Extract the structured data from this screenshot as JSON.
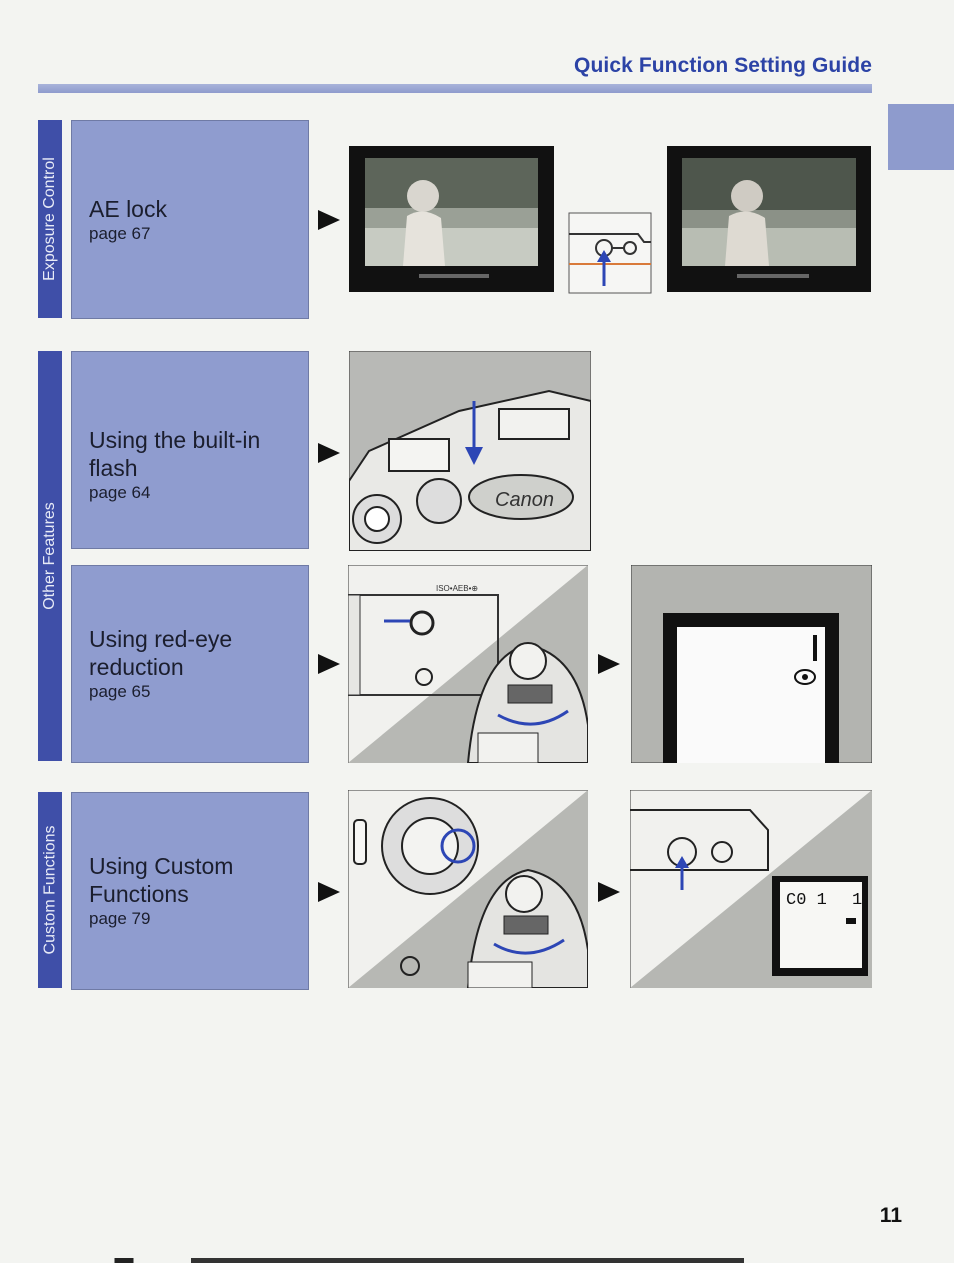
{
  "header": {
    "title": "Quick Function Setting Guide"
  },
  "sections": [
    {
      "label": "Exposure Control"
    },
    {
      "label": "Other Features"
    },
    {
      "label": "Custom Functions"
    }
  ],
  "cards": [
    {
      "title": "AE lock",
      "page": "page 67"
    },
    {
      "title": "Using the built-in flash",
      "page": "page 64"
    },
    {
      "title": "Using red-eye reduction",
      "page": "page 65"
    },
    {
      "title": "Using Custom Functions",
      "page": "page 79"
    }
  ],
  "illustrations": {
    "brand_label": "Canon",
    "iso_label": "ISO•AEB•⊕",
    "lcd_readout": "C0 1",
    "lcd_value": "1"
  },
  "colors": {
    "accent": "#3f4fa8",
    "card": "#8f9ccf",
    "pointer": "#2d46b5"
  },
  "page_number": "11"
}
